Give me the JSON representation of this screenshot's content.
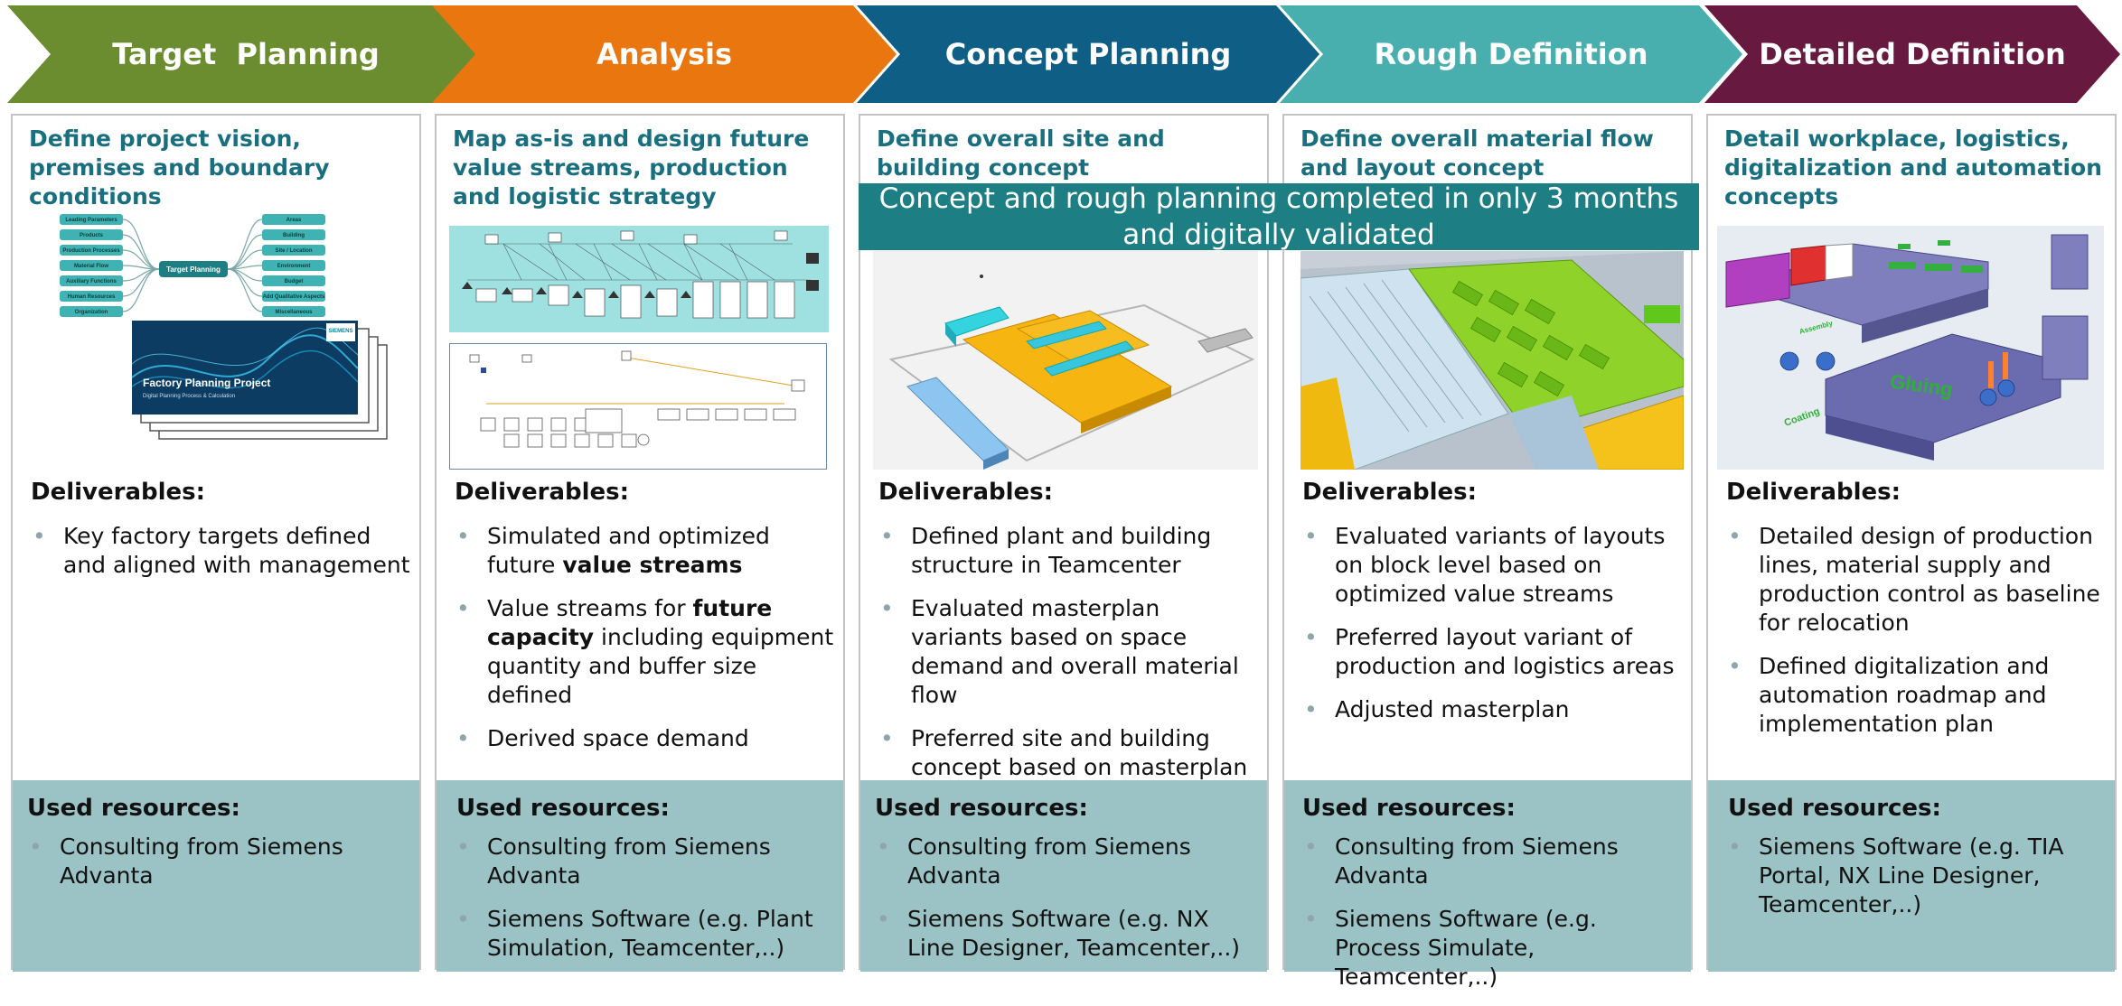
{
  "phases": [
    {
      "title": "Target  Planning",
      "color": "#6b8c2f",
      "heading": "Define project vision, premises and boundary conditions",
      "deliverables_label": "Deliverables:",
      "deliverables": [
        {
          "text": "Key factory targets defined and aligned with management"
        }
      ],
      "resources_label": "Used resources:",
      "resources": [
        "Consulting from Siemens Advanta"
      ]
    },
    {
      "title": "Analysis",
      "color": "#e9760f",
      "heading": "Map as-is and design future value streams, production and logistic strategy",
      "deliverables_label": "Deliverables:",
      "deliverables": [
        {
          "pre": "Simulated and optimized future ",
          "bold": "value streams",
          "post": ""
        },
        {
          "pre": "Value streams for ",
          "bold": "future capacity",
          "post": " including equipment quantity and buffer size defined"
        },
        {
          "text": "Derived space demand"
        }
      ],
      "resources_label": "Used resources:",
      "resources": [
        "Consulting from Siemens Advanta",
        "Siemens Software (e.g. Plant Simulation, Teamcenter,..)"
      ]
    },
    {
      "title": "Concept Planning",
      "color": "#0e5e85",
      "heading": "Define overall site  and building concept",
      "deliverables_label": "Deliverables:",
      "deliverables": [
        {
          "text": "Defined plant and building structure in Teamcenter"
        },
        {
          "text": "Evaluated masterplan variants based on space demand and overall material flow"
        },
        {
          "text": "Preferred site and building concept based on masterplan variants"
        }
      ],
      "resources_label": "Used resources:",
      "resources": [
        "Consulting from Siemens Advanta",
        "Siemens Software (e.g. NX Line Designer, Teamcenter,..)"
      ]
    },
    {
      "title": "Rough Definition",
      "color": "#48aeae",
      "heading": "Define overall material flow and layout concept",
      "deliverables_label": "Deliverables:",
      "deliverables": [
        {
          "text": "Evaluated variants of layouts on block level based on optimized value streams"
        },
        {
          "text": "Preferred layout variant of production and logistics areas"
        },
        {
          "text": "Adjusted masterplan"
        }
      ],
      "resources_label": "Used resources:",
      "resources": [
        "Consulting from Siemens Advanta",
        "Siemens Software (e.g. Process Simulate, Teamcenter,..)"
      ]
    },
    {
      "title": "Detailed Definition",
      "color": "#67193f",
      "heading": "Detail workplace, logistics, digitalization and automation concepts",
      "deliverables_label": "Deliverables:",
      "deliverables": [
        {
          "text": "Detailed design of production lines, material supply and production control as baseline for relocation"
        },
        {
          "text": "Defined digitalization and automation roadmap and implementation plan"
        }
      ],
      "resources_label": "Used resources:",
      "resources": [
        "Siemens Software (e.g. TIA Portal, NX Line Designer, Teamcenter,..)"
      ]
    }
  ],
  "banner": "Concept and rough planning completed in only 3 months and digitally validated",
  "target_diagram": {
    "left_nodes": [
      "Leading Parameters",
      "Products",
      "Production Processes",
      "Material Flow",
      "Auxiliary Functions",
      "Human Resources",
      "Organization"
    ],
    "center": "Target Planning",
    "right_nodes": [
      "Areas",
      "Building",
      "Site / Location",
      "Environment",
      "Budget",
      "Add Qualitative Aspects",
      "Miscellaneous"
    ]
  },
  "factory_doc": {
    "brand": "SIEMENS",
    "title": "Factory Planning Project",
    "subtitle": "Digital Planning Process & Calculation"
  },
  "layout_labels": [
    "Gluing",
    "Coating",
    "Assembly"
  ]
}
